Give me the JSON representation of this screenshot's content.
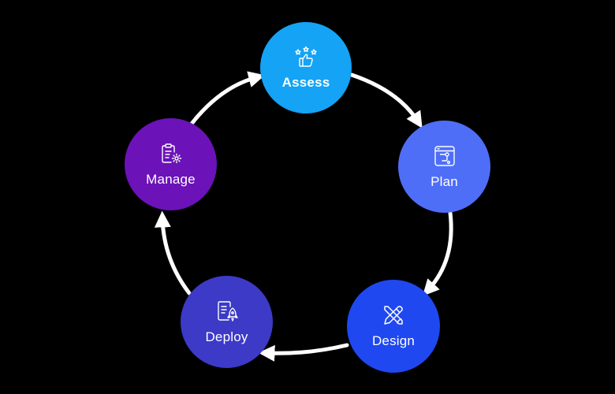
{
  "diagram": {
    "stages": [
      {
        "id": "assess",
        "label": "Assess",
        "color": "#14a3f5",
        "icon": "thumbs-up-stars-icon"
      },
      {
        "id": "plan",
        "label": "Plan",
        "color": "#4f6ef7",
        "icon": "browser-plan-icon"
      },
      {
        "id": "design",
        "label": "Design",
        "color": "#1f48f0",
        "icon": "pencil-brush-icon"
      },
      {
        "id": "deploy",
        "label": "Deploy",
        "color": "#3c3ac7",
        "icon": "document-rocket-icon"
      },
      {
        "id": "manage",
        "label": "Manage",
        "color": "#6b12b8",
        "icon": "clipboard-gear-icon"
      }
    ],
    "flow": "clockwise",
    "arrow_color": "#ffffff"
  }
}
